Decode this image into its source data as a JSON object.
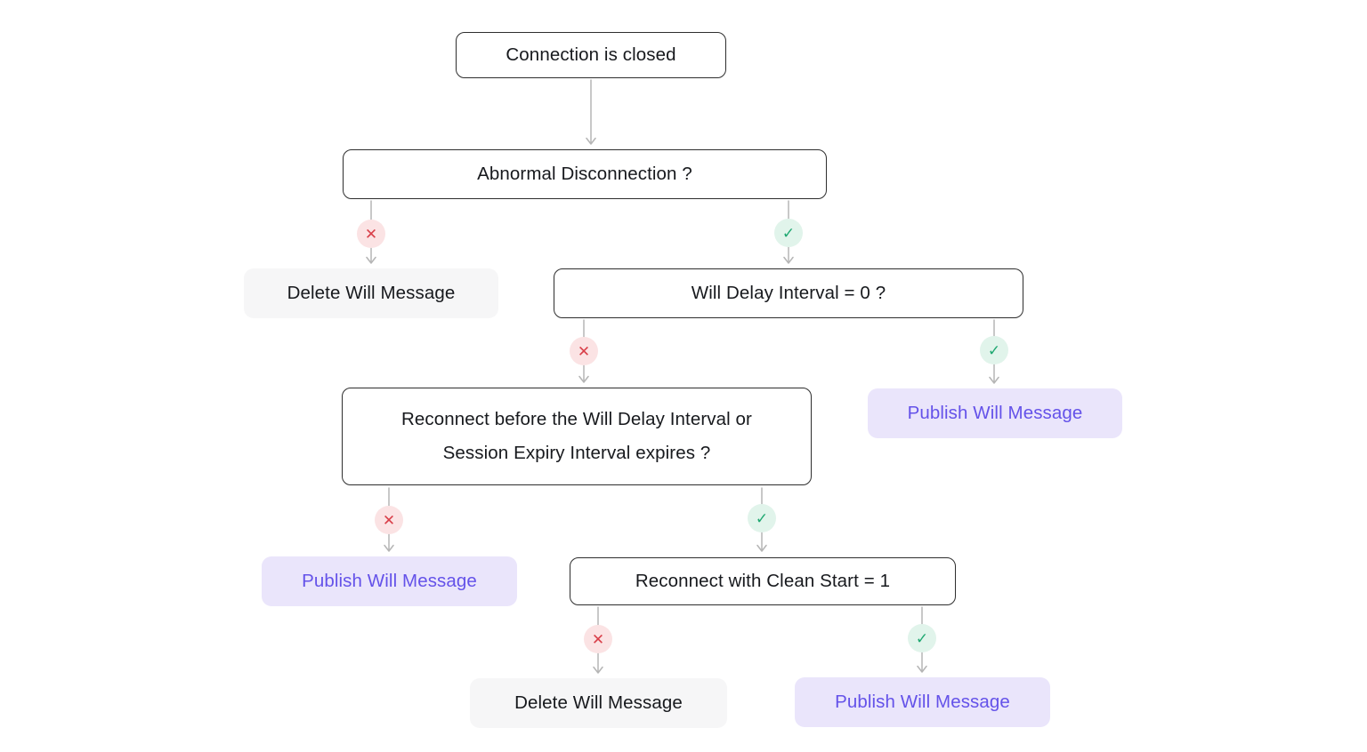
{
  "diagram": {
    "type": "flowchart",
    "nodes": {
      "connection_closed": {
        "label": "Connection is closed",
        "kind": "start"
      },
      "abnormal_disconnection": {
        "label": "Abnormal Disconnection ?",
        "kind": "decision"
      },
      "delete_will_message_1": {
        "label": "Delete Will Message",
        "kind": "outcome-neutral"
      },
      "will_delay_interval": {
        "label": "Will Delay Interval = 0 ?",
        "kind": "decision"
      },
      "reconnect_before_expiry": {
        "label": "Reconnect before the Will Delay Interval or Session Expiry Interval expires ?",
        "kind": "decision"
      },
      "publish_will_message_1": {
        "label": "Publish Will Message",
        "kind": "outcome-accent"
      },
      "publish_will_message_2": {
        "label": "Publish Will Message",
        "kind": "outcome-accent"
      },
      "reconnect_clean_start": {
        "label": "Reconnect with Clean Start = 1",
        "kind": "decision"
      },
      "delete_will_message_2": {
        "label": "Delete Will Message",
        "kind": "outcome-neutral"
      },
      "publish_will_message_3": {
        "label": "Publish Will Message",
        "kind": "outcome-accent"
      }
    },
    "edges": [
      {
        "from": "connection_closed",
        "to": "abnormal_disconnection",
        "branch": "plain"
      },
      {
        "from": "abnormal_disconnection",
        "to": "delete_will_message_1",
        "branch": "no"
      },
      {
        "from": "abnormal_disconnection",
        "to": "will_delay_interval",
        "branch": "yes"
      },
      {
        "from": "will_delay_interval",
        "to": "reconnect_before_expiry",
        "branch": "no"
      },
      {
        "from": "will_delay_interval",
        "to": "publish_will_message_1",
        "branch": "yes"
      },
      {
        "from": "reconnect_before_expiry",
        "to": "publish_will_message_2",
        "branch": "no"
      },
      {
        "from": "reconnect_before_expiry",
        "to": "reconnect_clean_start",
        "branch": "yes"
      },
      {
        "from": "reconnect_clean_start",
        "to": "delete_will_message_2",
        "branch": "no"
      },
      {
        "from": "reconnect_clean_start",
        "to": "publish_will_message_3",
        "branch": "yes"
      }
    ],
    "icons": {
      "no": {
        "name": "cross-icon",
        "glyph": "✕"
      },
      "yes": {
        "name": "check-icon",
        "glyph": "✓"
      }
    },
    "colors": {
      "canvas_bg": "#ffffff",
      "node_border": "#2e2e2e",
      "node_text": "#17191d",
      "neutral_bg": "#f6f6f7",
      "accent_bg": "#eae5fb",
      "accent_text": "#6452e9",
      "arrow": "#b5b5b5",
      "no_icon": "#d9404a",
      "no_icon_bg": "#fbe3e4",
      "yes_icon": "#1fa871",
      "yes_icon_bg": "#e1f4eb"
    }
  }
}
